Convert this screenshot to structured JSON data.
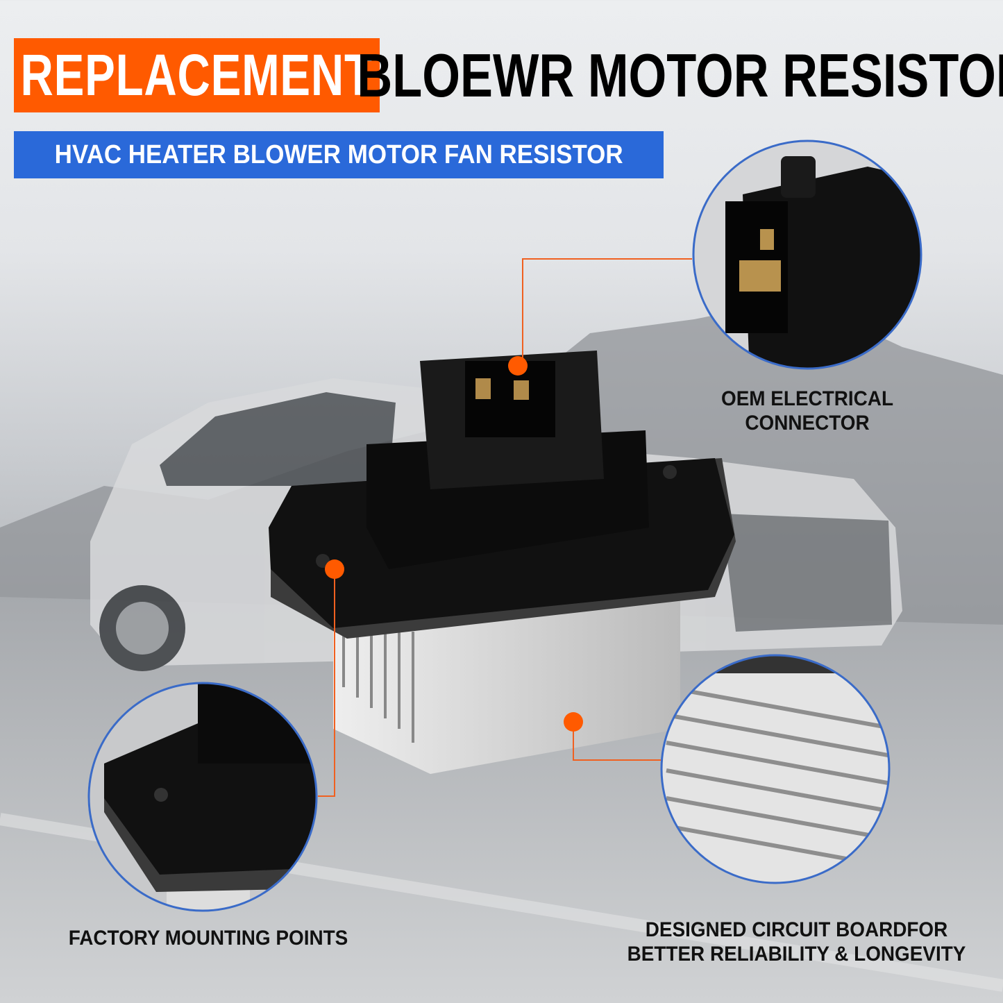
{
  "header": {
    "badge_text": "REPLACEMENT",
    "title": "BLOEWR MOTOR RESISTOR",
    "subtitle": "HVAC HEATER BLOWER MOTOR FAN RESISTOR"
  },
  "callouts": [
    {
      "lines": [
        "OEM ELECTRICAL",
        "CONNECTOR"
      ]
    },
    {
      "lines": [
        "FACTORY MOUNTING POINTS"
      ]
    },
    {
      "lines": [
        "DESIGNED CIRCUIT BOARDFOR",
        "BETTER RELIABILITY & LONGEVITY"
      ]
    }
  ],
  "colors": {
    "accent_orange": "#ff5a00",
    "accent_blue": "#2a69d9",
    "circle_border": "#3a6bc8"
  }
}
